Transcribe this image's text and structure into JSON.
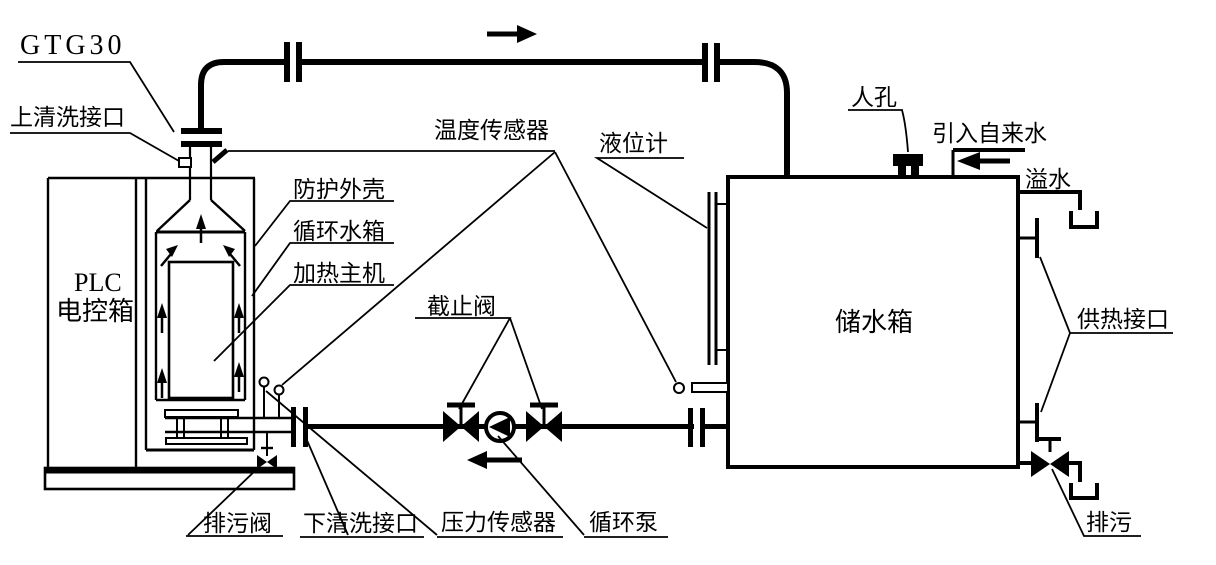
{
  "diagram": {
    "title_model": "GTG30",
    "colors": {
      "line": "#000000",
      "background": "#ffffff"
    },
    "labels": {
      "model": "GTG30",
      "upper_clean_port": "上清洗接口",
      "plc_line1": "PLC",
      "plc_line2": "电控箱",
      "protective_shell": "防护外壳",
      "circulation_tank": "循环水箱",
      "heating_unit": "加热主机",
      "temperature_sensor": "温度传感器",
      "stop_valve": "截止阀",
      "level_gauge": "液位计",
      "manhole": "人孔",
      "tap_water_inlet": "引入自来水",
      "overflow": "溢水",
      "storage_tank": "储水箱",
      "heat_supply_port": "供热接口",
      "drain_valve": "排污阀",
      "lower_clean_port": "下清洗接口",
      "pressure_sensor": "压力传感器",
      "circulation_pump": "循环泵",
      "drain": "排污"
    }
  }
}
